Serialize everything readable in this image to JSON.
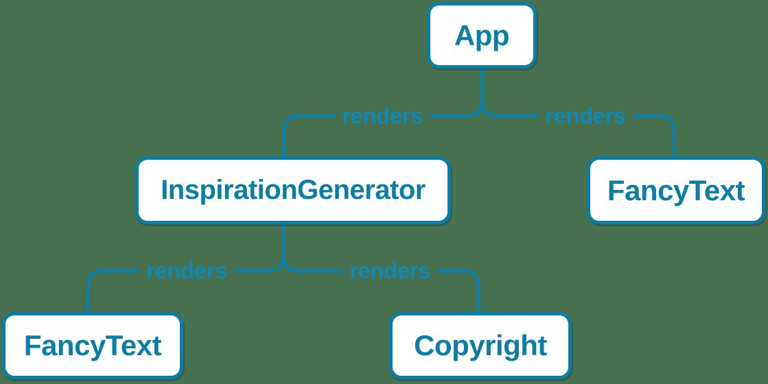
{
  "diagram": {
    "type": "component-render-tree",
    "nodes": [
      {
        "id": "app",
        "label": "App"
      },
      {
        "id": "inspiration-generator",
        "label": "InspirationGenerator"
      },
      {
        "id": "fancy-text-top",
        "label": "FancyText"
      },
      {
        "id": "fancy-text-bottom",
        "label": "FancyText"
      },
      {
        "id": "copyright",
        "label": "Copyright"
      }
    ],
    "edges": [
      {
        "from": "App",
        "to": "InspirationGenerator",
        "label": "renders"
      },
      {
        "from": "App",
        "to": "FancyText",
        "label": "renders"
      },
      {
        "from": "InspirationGenerator",
        "to": "FancyText",
        "label": "renders"
      },
      {
        "from": "InspirationGenerator",
        "to": "Copyright",
        "label": "renders"
      }
    ],
    "colors": {
      "background": "#48714F",
      "connector_stroke": "#0E81AB",
      "node_border": "#0A7EA4",
      "node_background": "#FFFFFF",
      "node_text": "#0A7EA4",
      "edge_label_text": "#1088B4"
    }
  }
}
